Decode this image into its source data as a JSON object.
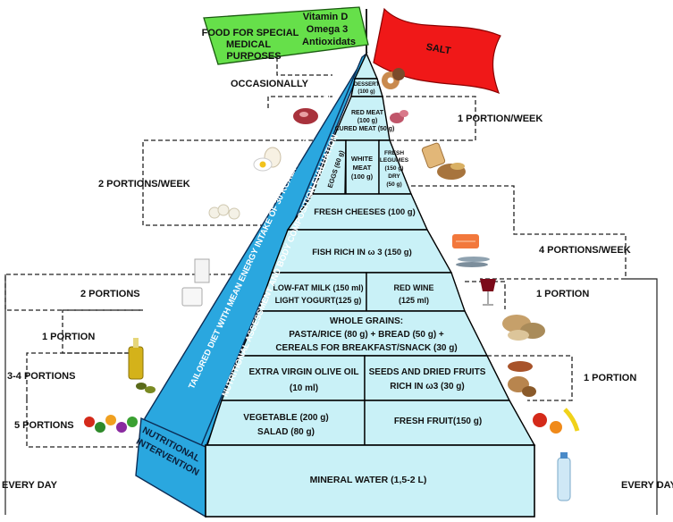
{
  "flags": {
    "special_title": [
      "FOOD FOR SPECIAL",
      "MEDICAL",
      "PURPOSES"
    ],
    "special_items": [
      "Vitamin D",
      "Omega 3",
      "Antioxidats"
    ],
    "salt": "SALT"
  },
  "pyramid": {
    "dessert": [
      "DESSERT",
      "(100 g)"
    ],
    "red_meat": [
      "RED MEAT",
      "(100 g)",
      "CURED MEAT (50 g)"
    ],
    "eggs": "EGGS (60 g)",
    "white_meat": [
      "WHITE",
      "MEAT",
      "(100 g)"
    ],
    "legumes": [
      "FRESH",
      "LEGUMES",
      "(150 g)",
      "DRY",
      "(50 g)"
    ],
    "fresh_cheeses": "FRESH CHEESES (100 g)",
    "fish": "FISH RICH IN ω 3 (150 g)",
    "milk": [
      "LOW-FAT MILK (150 ml)",
      "LIGHT YOGURT(125 g)"
    ],
    "wine": [
      "RED WINE",
      "(125 ml)"
    ],
    "grains": [
      "WHOLE GRAINS:",
      "PASTA/RICE (80 g) + BREAD (50 g) +",
      "CEREALS FOR BREAKFAST/SNACK (30 g)"
    ],
    "olive_oil": [
      "EXTRA VIRGIN OLIVE OIL",
      "(10 ml)"
    ],
    "seeds": [
      "SEEDS AND DRIED FRUITS",
      "RICH IN ω3 (30 g)"
    ],
    "vegetable": [
      "VEGETABLE  (200 g)",
      "SALAD (80 g)"
    ],
    "fruit": "FRESH FRUIT(150 g)",
    "water": "MINERAL WATER (1,5-2 L)"
  },
  "side_faces": {
    "outer": "TAILORED DIET WITH MEAN ENERGY INTAKE OF 30 KCAL/KG/BODY  WEIGHT/DAY",
    "inner": "NUTRITIONAL ASSESSMENT AND BODY COMPOSITION EVALUATION",
    "box": [
      "NUTRITIONAL",
      "INTERVENTION"
    ]
  },
  "frequencies": {
    "occasionally": "OCCASIONALLY",
    "one_week": "1 PORTION/WEEK",
    "two_week": "2 PORTIONS/WEEK",
    "four_week": "4 PORTIONS/WEEK",
    "two_portions": "2 PORTIONS",
    "one_portion_left": "1 PORTION",
    "three_four": "3-4 PORTIONS",
    "five": "5 PORTIONS",
    "one_portion_right_top": "1 PORTION",
    "one_portion_right_mid": "1 PORTION",
    "every_day_left": "EVERY DAY",
    "every_day_right": "EVERY DAY"
  },
  "colors": {
    "tier_fill": "#c9f1f7",
    "face_fill": "#2aa7df",
    "flag_green": "#66e04a",
    "flag_red": "#f01818"
  },
  "images": [
    "donut-image",
    "meat-image",
    "salami-image",
    "eggs-image",
    "cauliflower-image",
    "toast-image",
    "legumes-image",
    "salmon-image",
    "sardines-image",
    "milk-glass-image",
    "yogurt-image",
    "wine-glass-image",
    "grains-image",
    "oil-bottle-image",
    "olives-image",
    "seeds-image",
    "nuts-image",
    "vegetables-image",
    "fruit-image",
    "water-bottle-image"
  ]
}
